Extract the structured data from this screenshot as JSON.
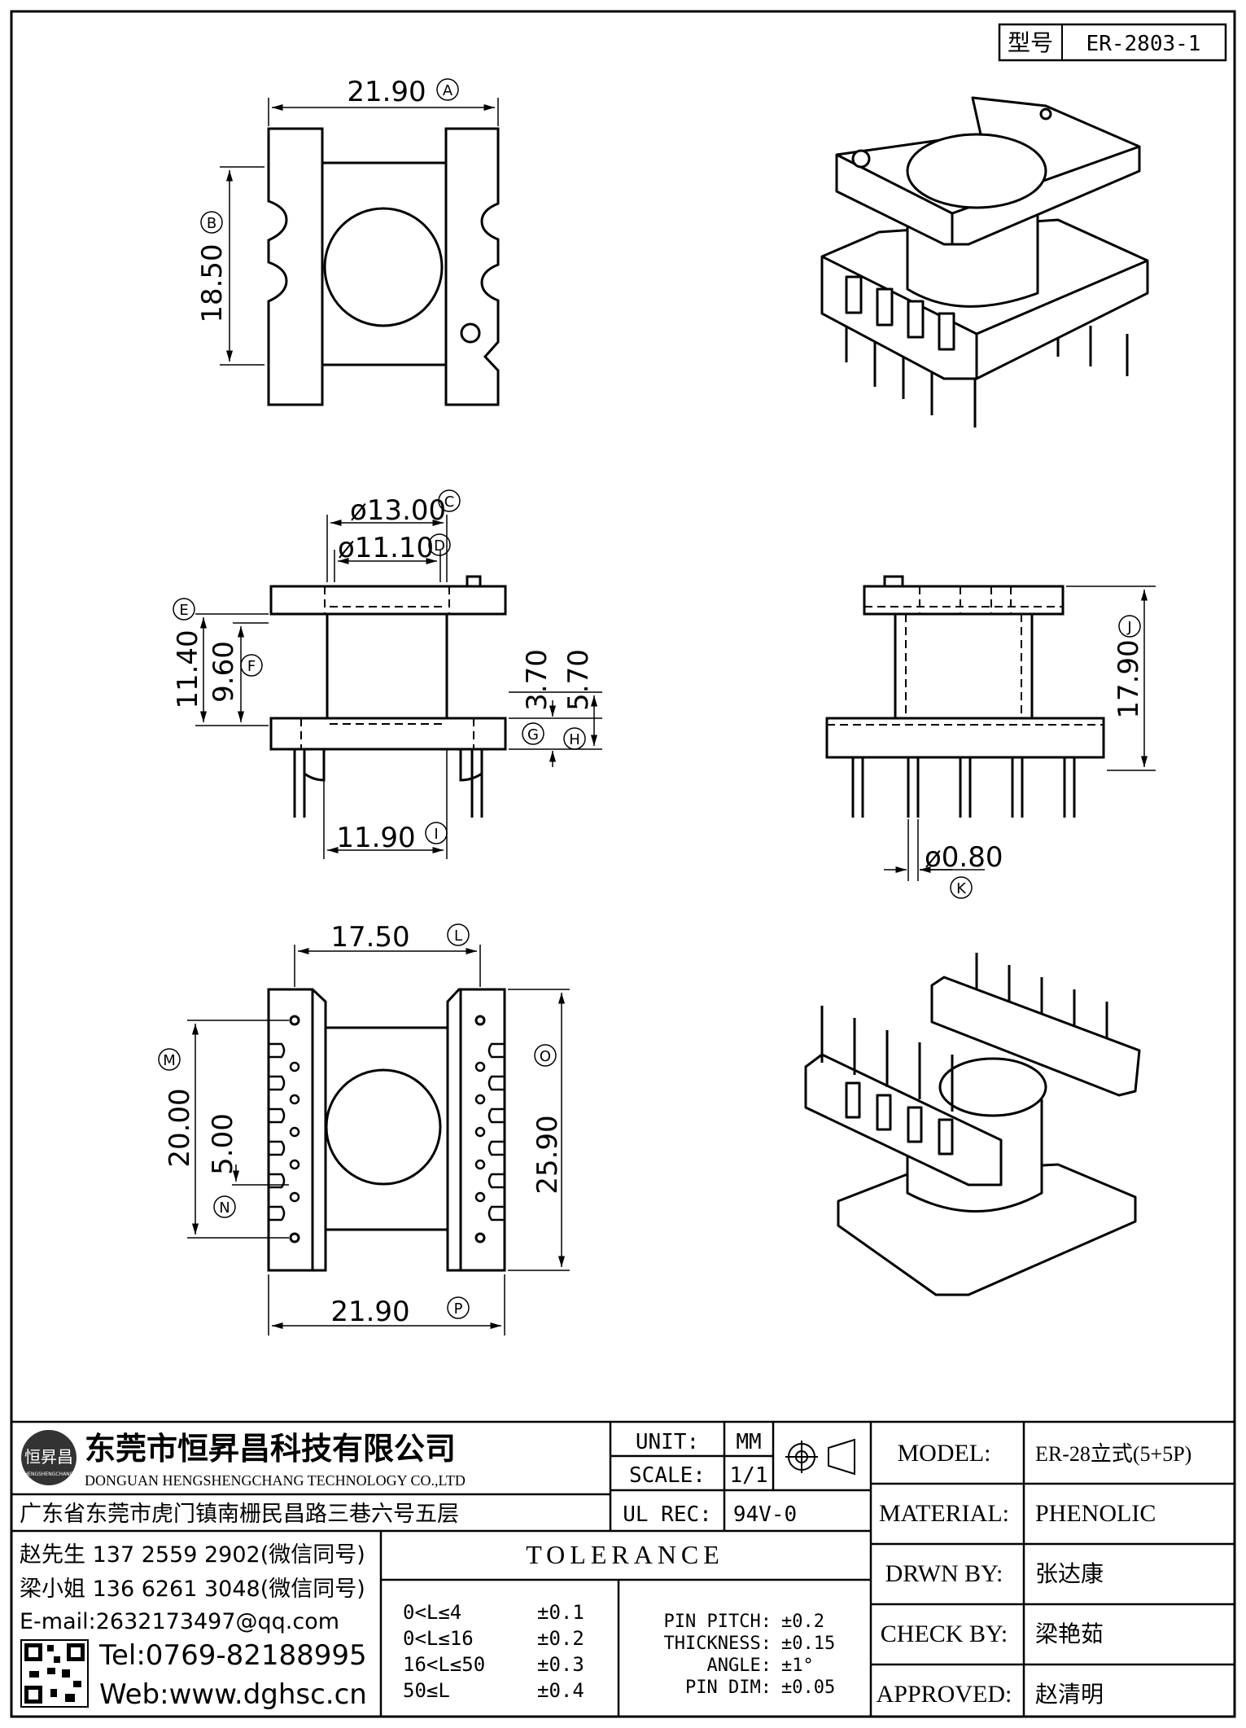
{
  "title_box": {
    "label": "型号",
    "part_no": "ER-2803-1"
  },
  "dimensions": {
    "A": {
      "value": "21.90",
      "letter": "A"
    },
    "B": {
      "value": "18.50",
      "letter": "B"
    },
    "C": {
      "value": "ø13.00",
      "letter": "C"
    },
    "D": {
      "value": "ø11.10",
      "letter": "D"
    },
    "E": {
      "letter": "E"
    },
    "E_value": "11.40",
    "F": {
      "value": "9.60",
      "letter": "F"
    },
    "G": {
      "value": "3.70",
      "letter": "G"
    },
    "H": {
      "value": "5.70",
      "letter": "H"
    },
    "I": {
      "value": "11.90",
      "letter": "I"
    },
    "J": {
      "value": "17.90",
      "letter": "J"
    },
    "K": {
      "value": "ø0.80",
      "letter": "K"
    },
    "L": {
      "value": "17.50",
      "letter": "L"
    },
    "M": {
      "value": "20.00",
      "letter": "M"
    },
    "N": {
      "value": "5.00",
      "letter": "N"
    },
    "O": {
      "value": "25.90",
      "letter": "O"
    },
    "P": {
      "value": "21.90",
      "letter": "P"
    }
  },
  "company": {
    "logo_text": "恒昇昌",
    "logo_sub": "HENGSHENGCHANG",
    "name_cn": "东莞市恒昇昌科技有限公司",
    "name_en": "DONGUAN HENGSHENGCHANG TECHNOLOGY CO.,LTD",
    "address": "广东省东莞市虎门镇南栅民昌路三巷六号五层"
  },
  "contacts": {
    "line1": "赵先生 137 2559 2902(微信同号)",
    "line2": "梁小姐 136 6261 3048(微信同号)",
    "email": "E-mail:2632173497@qq.com",
    "tel": "Tel:0769-82188995",
    "web": "Web:www.dghsc.cn"
  },
  "spec": {
    "unit_label": "UNIT:",
    "unit_value": "MM",
    "scale_label": "SCALE:",
    "scale_value": "1/1",
    "ul_label": "UL REC:",
    "ul_value": "94V-0"
  },
  "tolerance": {
    "title": "TOLERANCE",
    "rows": [
      {
        "range": "0<L≤4",
        "tol": "±0.1"
      },
      {
        "range": "0<L≤16",
        "tol": "±0.2"
      },
      {
        "range": "16<L≤50",
        "tol": "±0.3"
      },
      {
        "range": "50≤L",
        "tol": "±0.4"
      }
    ],
    "extra": [
      {
        "label": "PIN PITCH:",
        "tol": "±0.2"
      },
      {
        "label": "THICKNESS:",
        "tol": "±0.15"
      },
      {
        "label": "ANGLE:",
        "tol": "±1°"
      },
      {
        "label": "PIN DIM:",
        "tol": "±0.05"
      }
    ]
  },
  "info": {
    "model_label": "MODEL:",
    "model_value": "ER-28立式(5+5P)",
    "material_label": "MATERIAL:",
    "material_value": "PHENOLIC",
    "drawn_label": "DRWN BY:",
    "drawn_value": "张达康",
    "check_label": "CHECK BY:",
    "check_value": "梁艳茹",
    "approved_label": "APPROVED:",
    "approved_value": "赵清明"
  }
}
